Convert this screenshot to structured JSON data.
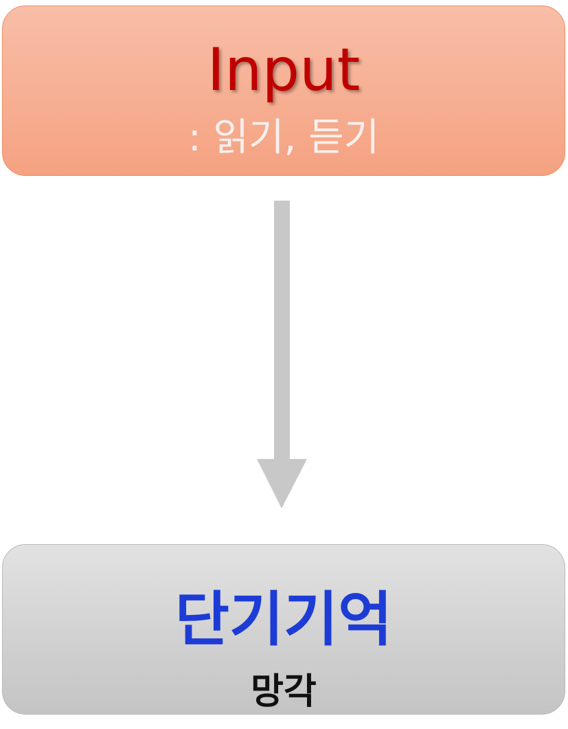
{
  "input": {
    "title": "Input",
    "subtitle": ": 읽기, 듣기"
  },
  "memory": {
    "title": "단기기억",
    "subtitle": "망각"
  },
  "colors": {
    "arrow": "#c8c8c8"
  }
}
